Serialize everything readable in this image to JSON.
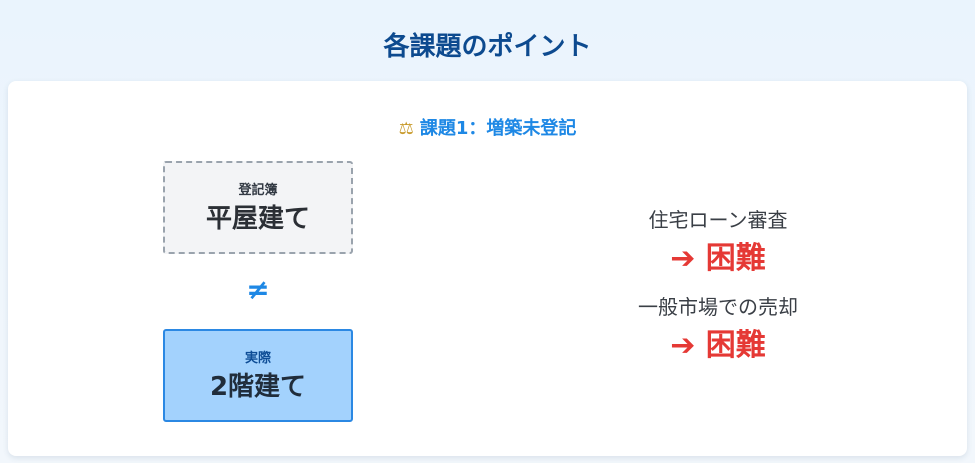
{
  "page": {
    "title": "各課題のポイント"
  },
  "issue": {
    "icon": "scales-icon",
    "heading": "課題1：増築未登記"
  },
  "comparison": {
    "registry": {
      "label": "登記簿",
      "value": "平屋建て"
    },
    "operator": "≠",
    "actual": {
      "label": "実際",
      "value": "2階建て"
    }
  },
  "impacts": [
    {
      "label": "住宅ローン審査",
      "result": "➔ 困難"
    },
    {
      "label": "一般市場での売却",
      "result": "➔ 困難"
    }
  ],
  "colors": {
    "title": "#0d4a8f",
    "accent": "#1e88e5",
    "danger": "#e53935",
    "actual_fill": "#a3d2fd"
  }
}
